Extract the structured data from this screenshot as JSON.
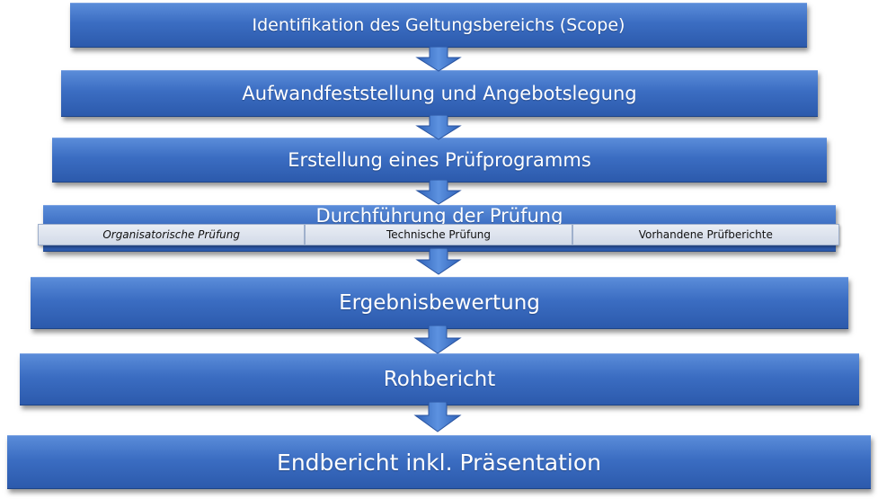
{
  "colors": {
    "step_top": "#5a8cd9",
    "step_bottom": "#2c5aac",
    "arrow": "#3f74c9",
    "text": "#ffffff",
    "sub_bg": "#dde3ee"
  },
  "steps": [
    {
      "label": "Identifikation des Geltungsbereichs (Scope)"
    },
    {
      "label": "Aufwandfeststellung und Angebotslegung"
    },
    {
      "label": "Erstellung eines Prüfprogramms"
    },
    {
      "label": "Durchführung der Prüfung"
    },
    {
      "label": "Ergebnisbewertung"
    },
    {
      "label": "Rohbericht"
    },
    {
      "label": "Endbericht inkl. Präsentation"
    }
  ],
  "sub_items": [
    {
      "label": "Organisatorische Prüfung"
    },
    {
      "label": "Technische Prüfung"
    },
    {
      "label": "Vorhandene Prüfberichte"
    }
  ],
  "arrow_icon": "down-arrow-icon"
}
